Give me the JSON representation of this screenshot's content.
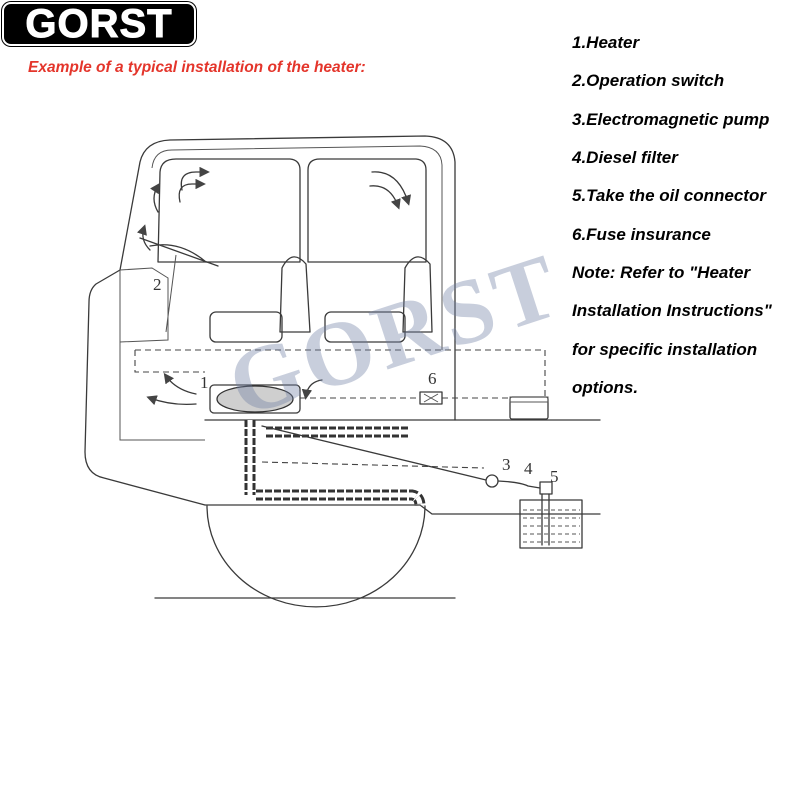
{
  "logo": {
    "text": "GORST"
  },
  "caption": "Example of a typical installation of the heater:",
  "parts_list": [
    "1.Heater",
    "2.Operation switch",
    "3.Electromagnetic pump",
    "4.Diesel filter",
    "5.Take the oil connector",
    "6.Fuse insurance"
  ],
  "note_lines": [
    "Note: Refer to \"Heater",
    "Installation Instructions\"",
    "for specific installation",
    "options."
  ],
  "watermark": "GORST",
  "diagram_labels": {
    "heater": "1",
    "operation_switch": "2",
    "pump": "3",
    "filter": "4",
    "oil_connector": "5",
    "fuse": "6"
  },
  "colors": {
    "caption": "#e4352b",
    "text": "#000000",
    "line_art": "#3a3a3a",
    "watermark": "#6f7fa2"
  }
}
